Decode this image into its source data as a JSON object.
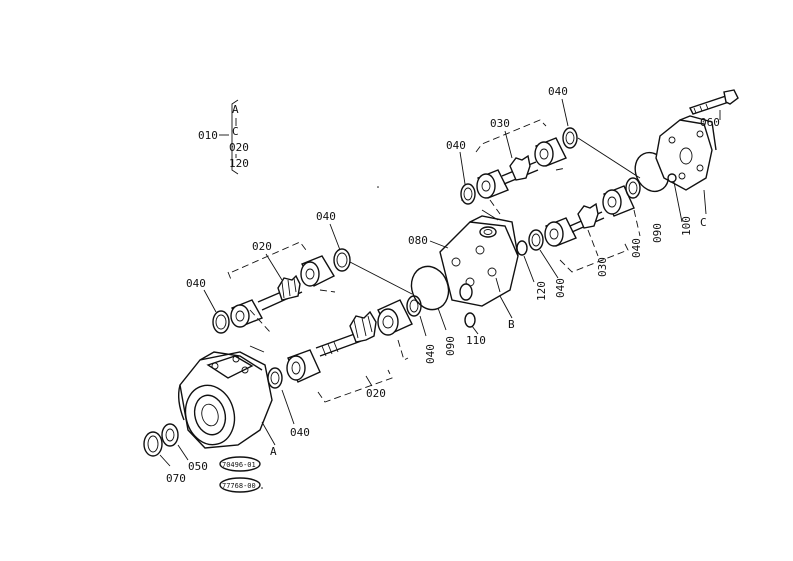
{
  "legend": {
    "ref": "010",
    "items": [
      "A",
      "C",
      "020",
      "120"
    ]
  },
  "callouts": {
    "c040_top": "040",
    "c030_top": "030",
    "c060": "060",
    "c040_upleft": "040",
    "c080": "080",
    "c040_mid": "040",
    "c020_mid": "020",
    "c040_left": "040",
    "c090_right": "090",
    "c100": "100",
    "c040_right": "040",
    "c030_right": "030",
    "c120": "120",
    "c040_c": "040",
    "cB": "B",
    "c110": "110",
    "c090_mid": "090",
    "c040_center": "040",
    "c020_lower": "020",
    "c040_bottom": "040",
    "cA": "A",
    "cC": "C",
    "c070": "070",
    "c050": "050"
  },
  "stamps": {
    "s1": "70496-01",
    "s2": "77768-00"
  }
}
